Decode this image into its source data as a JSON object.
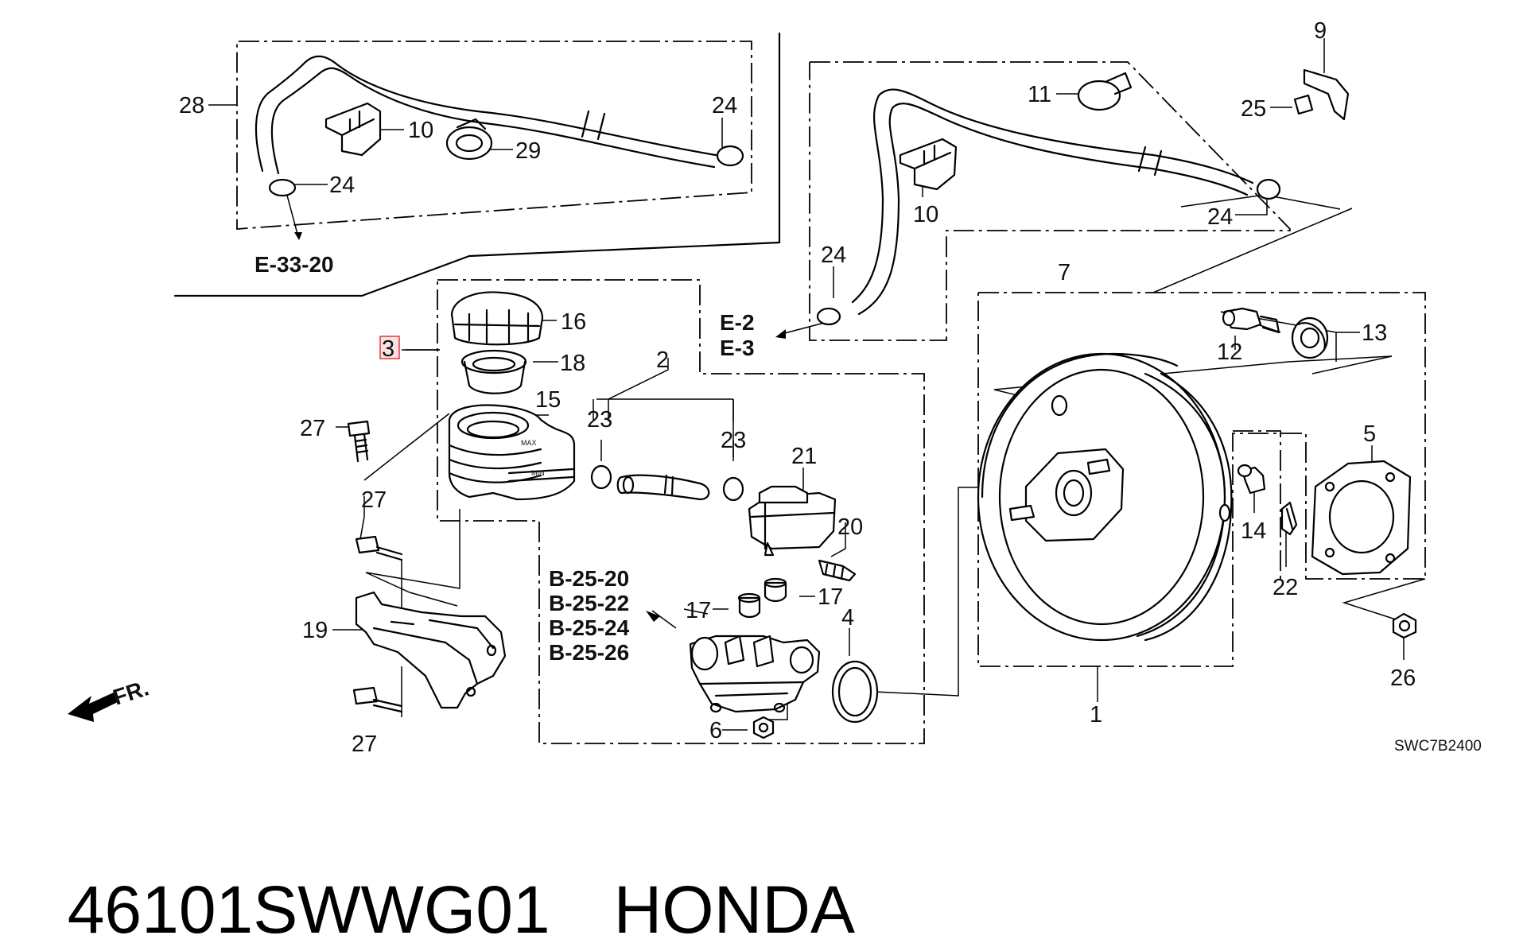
{
  "diagram": {
    "callouts": {
      "p1": "1",
      "p2": "2",
      "p3": "3",
      "p4": "4",
      "p5": "5",
      "p6": "6",
      "p7": "7",
      "p9": "9",
      "p10a": "10",
      "p10b": "10",
      "p11": "11",
      "p12": "12",
      "p13": "13",
      "p14": "14",
      "p15": "15",
      "p16": "16",
      "p17a": "17",
      "p17b": "17",
      "p18": "18",
      "p19": "19",
      "p20": "20",
      "p21": "21",
      "p22": "22",
      "p23a": "23",
      "p23b": "23",
      "p24a": "24",
      "p24b": "24",
      "p24c": "24",
      "p24d": "24",
      "p25": "25",
      "p26": "26",
      "p27a": "27",
      "p27b": "27",
      "p27c": "27",
      "p28": "28",
      "p29": "29"
    },
    "references": {
      "e3320": "E-33-20",
      "e2": "E-2",
      "e3": "E-3",
      "b2520": "B-25-20",
      "b2522": "B-25-22",
      "b2524": "B-25-24",
      "b2526": "B-25-26"
    },
    "direction_label": "FR.",
    "reservoir_marks": {
      "max": "MAX",
      "min": "MIN"
    },
    "diagram_code": "SWC7B2400",
    "highlight_color": "#e0393e"
  },
  "footer": {
    "part_number": "46101SWWG01",
    "brand": "HONDA"
  }
}
